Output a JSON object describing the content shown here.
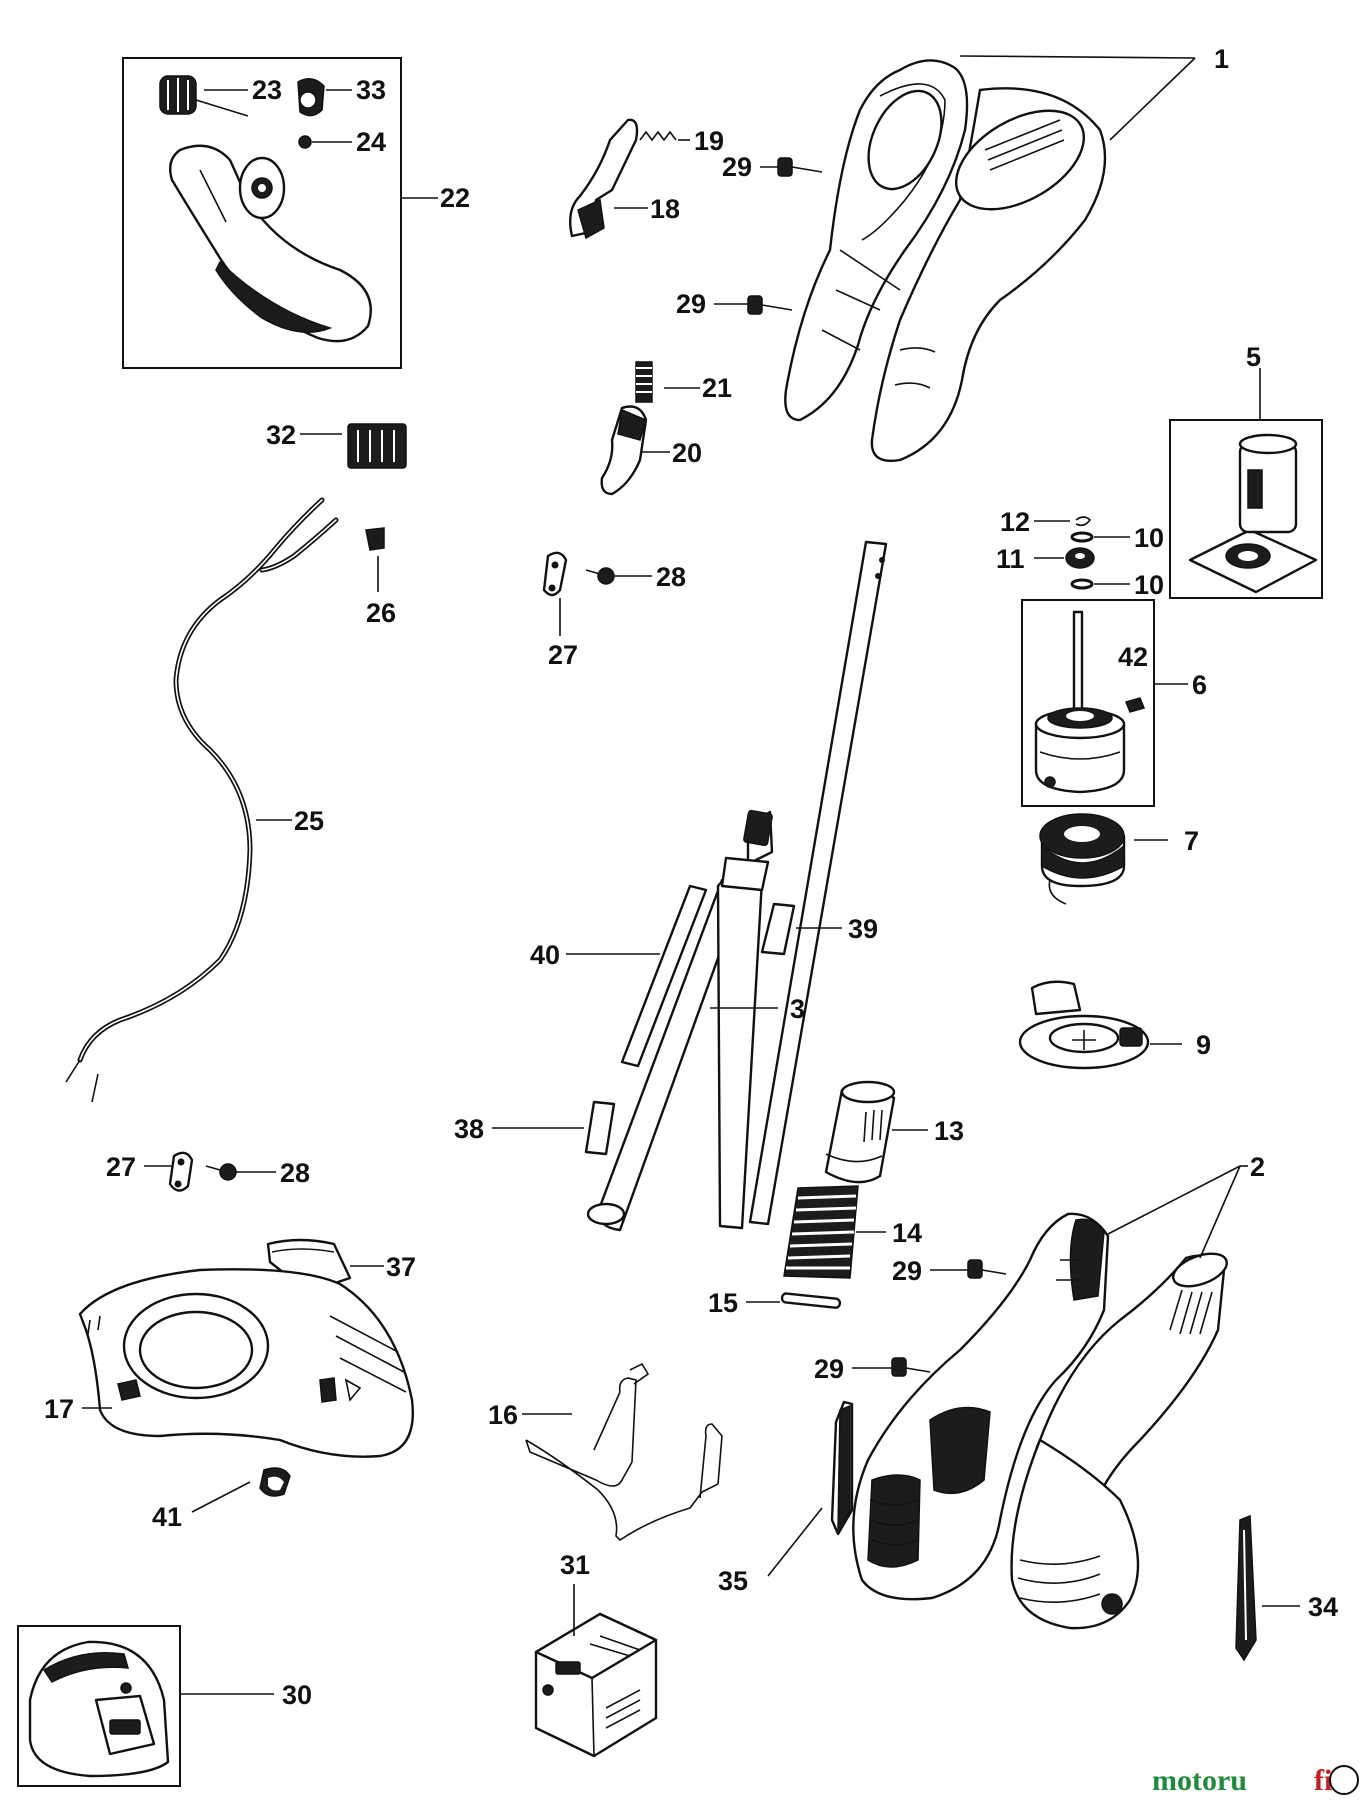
{
  "diagram": {
    "callouts": {
      "p1": "1",
      "p2": "2",
      "p3": "3",
      "p5": "5",
      "p6": "6",
      "p7": "7",
      "p9": "9",
      "p10a": "10",
      "p10b": "10",
      "p11": "11",
      "p12": "12",
      "p13": "13",
      "p14": "14",
      "p15": "15",
      "p16": "16",
      "p17": "17",
      "p18": "18",
      "p19": "19",
      "p20": "20",
      "p21": "21",
      "p22": "22",
      "p23": "23",
      "p24": "24",
      "p25": "25",
      "p26": "26",
      "p27a": "27",
      "p27b": "27",
      "p28a": "28",
      "p28b": "28",
      "p29a": "29",
      "p29b": "29",
      "p29c": "29",
      "p29d": "29",
      "p30": "30",
      "p31": "31",
      "p32": "32",
      "p33": "33",
      "p34": "34",
      "p35": "35",
      "p37": "37",
      "p38": "38",
      "p39": "39",
      "p40": "40",
      "p41": "41",
      "p42": "42"
    },
    "watermark": {
      "part_a": "motoru",
      "part_b": "fi"
    },
    "colors": {
      "line": "#111111",
      "watermark_green": "#1e8a3a",
      "watermark_red": "#c61e1e"
    }
  }
}
